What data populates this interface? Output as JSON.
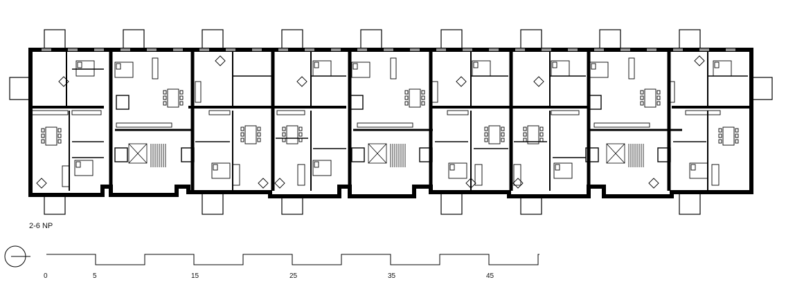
{
  "floor_label": "2-6 NP",
  "scale_bar": {
    "ticks": [
      "0",
      "5",
      "15",
      "25",
      "35",
      "45"
    ],
    "units": [
      0,
      5,
      15,
      25,
      35,
      45
    ]
  },
  "symbols": {
    "north_arrow": "north-arrow-icon"
  },
  "colors": {
    "ink": "#000000",
    "paper": "#ffffff"
  }
}
